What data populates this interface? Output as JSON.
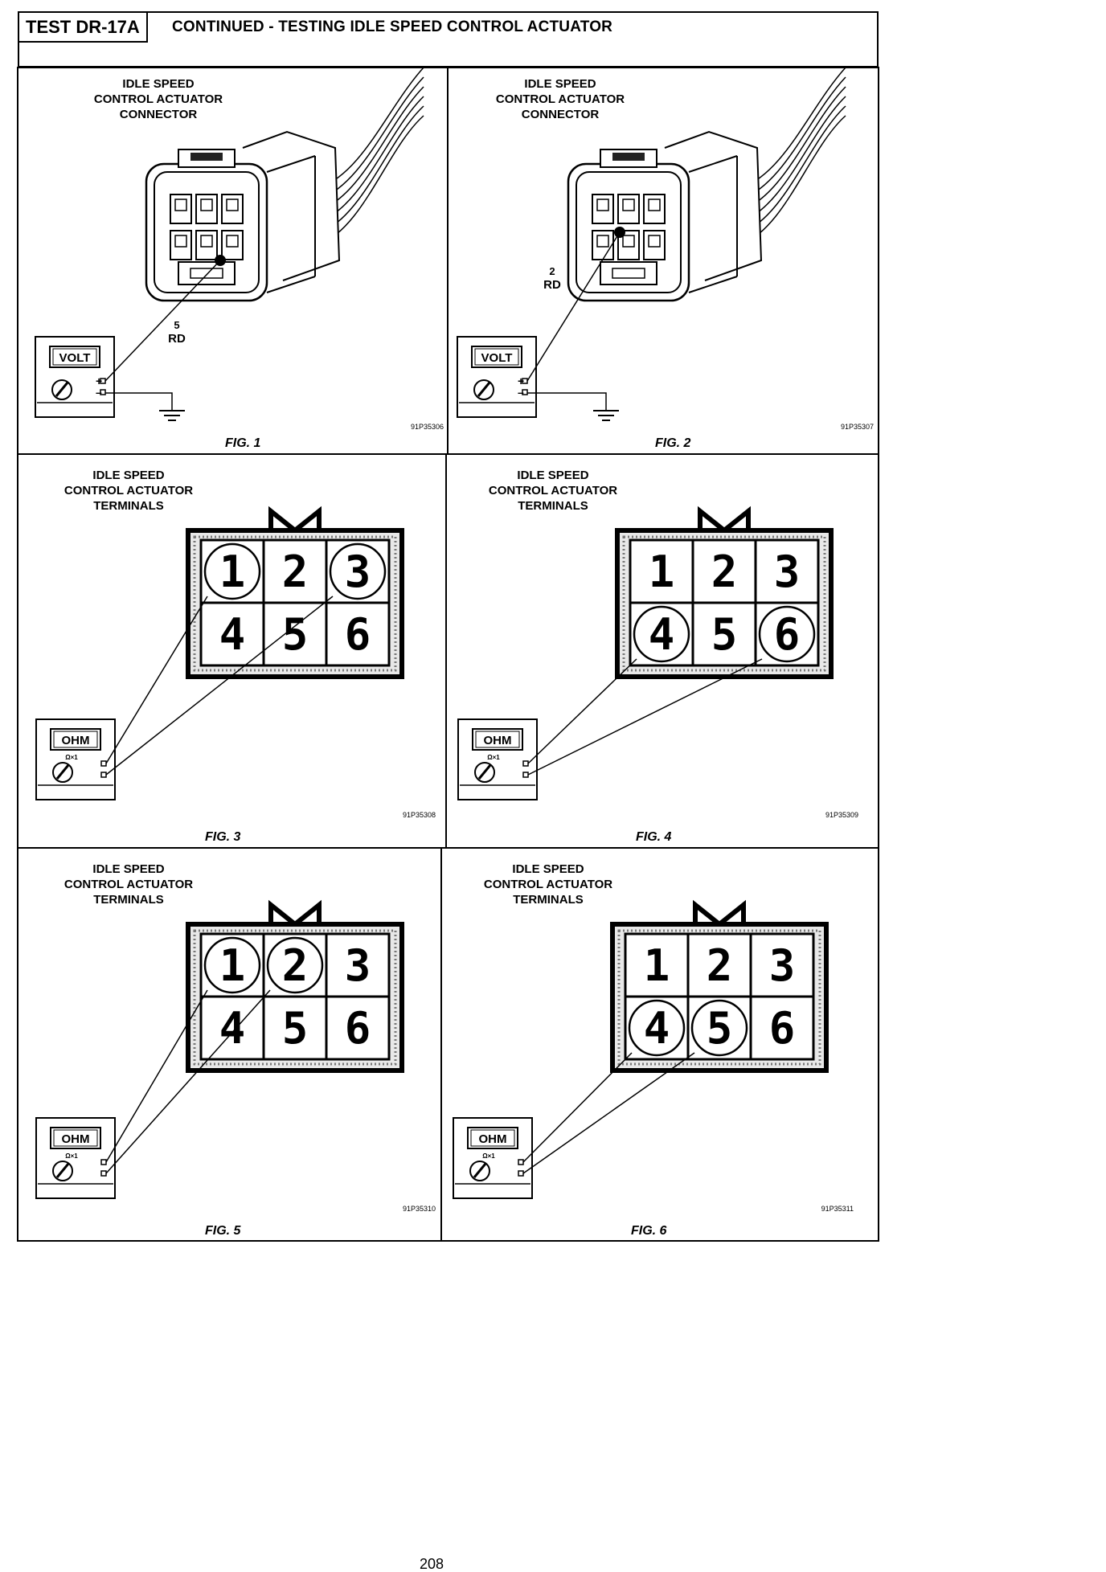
{
  "header": {
    "test_id": "TEST DR-17A",
    "title": "CONTINUED - TESTING  IDLE SPEED CONTROL ACTUATOR"
  },
  "panels": [
    {
      "label_lines": [
        "IDLE SPEED",
        "CONTROL ACTUATOR",
        "CONNECTOR"
      ],
      "wire_number": "5",
      "wire_color": "RD",
      "meter_label": "VOLT",
      "code": "91P35306",
      "figure": "FIG.  1"
    },
    {
      "label_lines": [
        "IDLE SPEED",
        "CONTROL ACTUATOR",
        "CONNECTOR"
      ],
      "wire_number": "2",
      "wire_color": "RD",
      "meter_label": "VOLT",
      "code": "91P35307",
      "figure": "FIG.  2"
    },
    {
      "label_lines": [
        "IDLE SPEED",
        "CONTROL ACTUATOR",
        "TERMINALS"
      ],
      "terminals": [
        "1",
        "2",
        "3",
        "4",
        "5",
        "6"
      ],
      "circled": [
        "1",
        "3"
      ],
      "meter_label": "OHM",
      "range_label": "Ω×1",
      "code": "91P35308",
      "figure": "FIG.  3"
    },
    {
      "label_lines": [
        "IDLE SPEED",
        "CONTROL ACTUATOR",
        "TERMINALS"
      ],
      "terminals": [
        "1",
        "2",
        "3",
        "4",
        "5",
        "6"
      ],
      "circled": [
        "4",
        "6"
      ],
      "meter_label": "OHM",
      "range_label": "Ω×1",
      "code": "91P35309",
      "figure": "FIG.  4"
    },
    {
      "label_lines": [
        "IDLE SPEED",
        "CONTROL ACTUATOR",
        "TERMINALS"
      ],
      "terminals": [
        "1",
        "2",
        "3",
        "4",
        "5",
        "6"
      ],
      "circled": [
        "1",
        "2"
      ],
      "meter_label": "OHM",
      "range_label": "Ω×1",
      "code": "91P35310",
      "figure": "FIG.  5"
    },
    {
      "label_lines": [
        "IDLE SPEED",
        "CONTROL ACTUATOR",
        "TERMINALS"
      ],
      "terminals": [
        "1",
        "2",
        "3",
        "4",
        "5",
        "6"
      ],
      "circled": [
        "4",
        "5"
      ],
      "meter_label": "OHM",
      "range_label": "Ω×1",
      "code": "91P35311",
      "figure": "FIG.  6"
    }
  ],
  "page_number": "208"
}
